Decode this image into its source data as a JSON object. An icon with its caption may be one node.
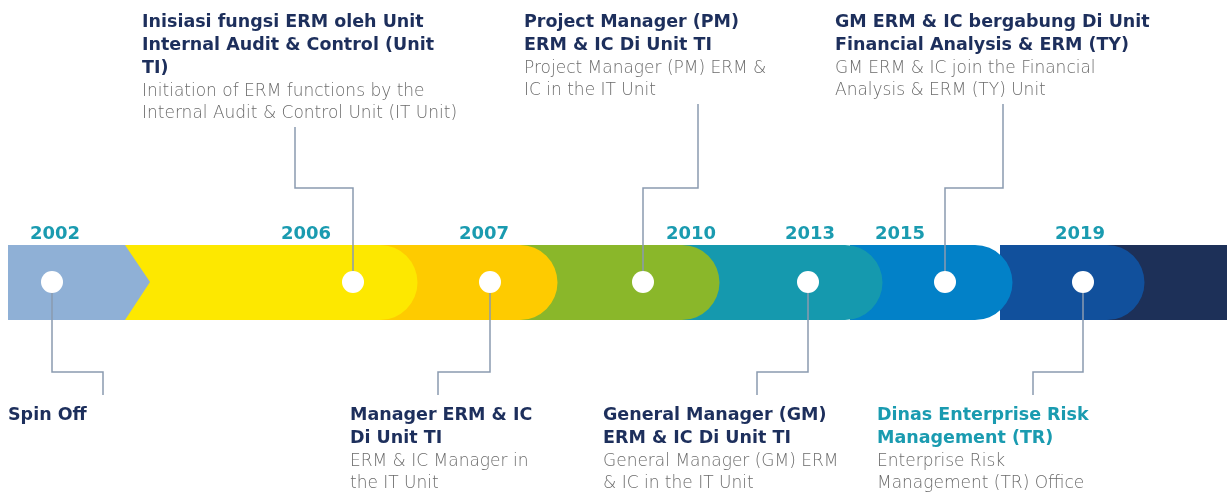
{
  "diagram": {
    "nodes": [
      {
        "text": [
          "Inisiasi fungsi ERM oleh Unit Internal Audit & Control (Unit TI)",
          "Initiation of ERM functions by the Internal Audit & Control Unit (IT Unit)"
        ]
      },
      {
        "text": [
          "Project Manager (PM) ERM & IC Di Unit TI",
          "Project Manager (PM) ERM & IC in the IT Unit"
        ]
      },
      {
        "text": [
          "GM ERM & IC bergabung Di Unit Financial Analysis & ERM (TY)",
          "GM ERM & IC join the Financial Analysis & ERM (TY) Unit"
        ]
      },
      {
        "text": [],
        "shape": "circle"
      },
      {
        "text": [],
        "shape": "circle"
      },
      {
        "text": [],
        "shape": "circle"
      },
      {
        "text": [],
        "shape": "circle"
      },
      {
        "text": [],
        "shape": "circle"
      },
      {
        "text": [],
        "shape": "circle"
      },
      {
        "text": [],
        "shape": "circle"
      },
      {
        "text": [
          "Spin Off"
        ]
      },
      {
        "text": [
          "Manager ERM & IC Di Unit TI",
          "ERM & IC Manager in the IT Unit"
        ]
      },
      {
        "text": [
          "General Manager (GM) ERM & IC Di Unit TI",
          "General Manager (GM) ERM & IC in the IT Unit"
        ]
      },
      {
        "text": [
          "Dinas Enterprise Risk Management (TR)",
          "Enterprise Risk Management (TR) Office"
        ]
      }
    ],
    "edges": [
      {
        "from": 0,
        "to": 4,
        "arrow": "none"
      },
      {
        "from": 1,
        "to": 6,
        "arrow": "none"
      },
      {
        "from": 2,
        "to": 8,
        "arrow": "none"
      },
      {
        "from": 10,
        "to": 3,
        "arrow": "none"
      },
      {
        "from": 11,
        "to": 5,
        "arrow": "none"
      },
      {
        "from": 12,
        "to": 7,
        "arrow": "none"
      },
      {
        "from": 13,
        "to": 9,
        "arrow": "none"
      }
    ],
    "labels": [
      "2002",
      "2006",
      "2007",
      "2010",
      "2013",
      "2015",
      "2019"
    ]
  }
}
